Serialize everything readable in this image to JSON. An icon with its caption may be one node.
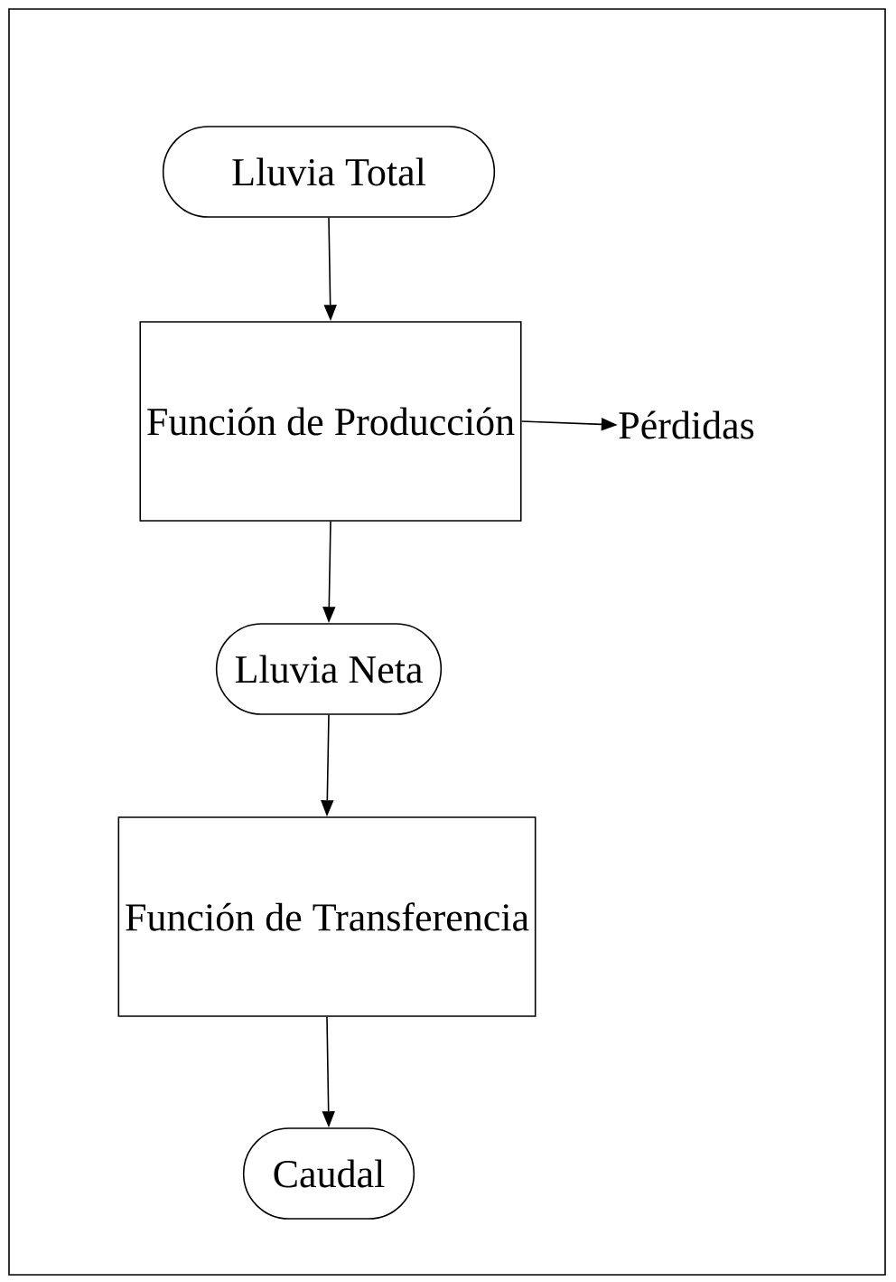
{
  "diagram": {
    "nodes": [
      {
        "text": [
          "Lluvia Total"
        ]
      },
      {
        "text": [
          "Función de Producción"
        ]
      },
      {
        "text": [
          "Pérdidas"
        ]
      },
      {
        "text": [
          "Lluvia Neta"
        ]
      },
      {
        "text": [
          "Función de Transferencia"
        ]
      },
      {
        "text": [
          "Caudal"
        ]
      }
    ],
    "edges": [
      {
        "from": 0,
        "to": 1,
        "arrow": "to"
      },
      {
        "from": 1,
        "to": 2,
        "arrow": "to"
      },
      {
        "from": 1,
        "to": 3,
        "arrow": "to"
      },
      {
        "from": 3,
        "to": 4,
        "arrow": "to"
      },
      {
        "from": 4,
        "to": 5,
        "arrow": "to"
      }
    ]
  }
}
